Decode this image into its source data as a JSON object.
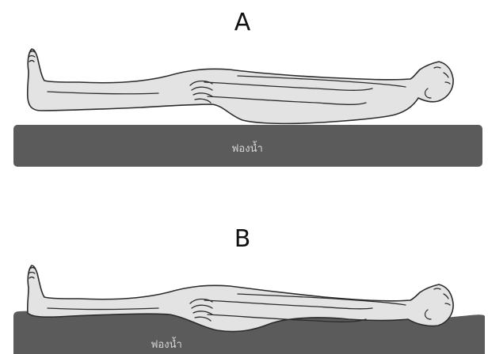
{
  "panels": [
    {
      "label": "A",
      "mat_label": "ฟองน้ำ",
      "mat_state": "flat"
    },
    {
      "label": "B",
      "mat_label": "ฟองน้ำ",
      "mat_state": "contoured"
    }
  ],
  "colors": {
    "mat": "#5b5b5b",
    "body": "#e3e3e3",
    "outline": "#2b2b2b",
    "mat_text": "#d8d8d8"
  }
}
